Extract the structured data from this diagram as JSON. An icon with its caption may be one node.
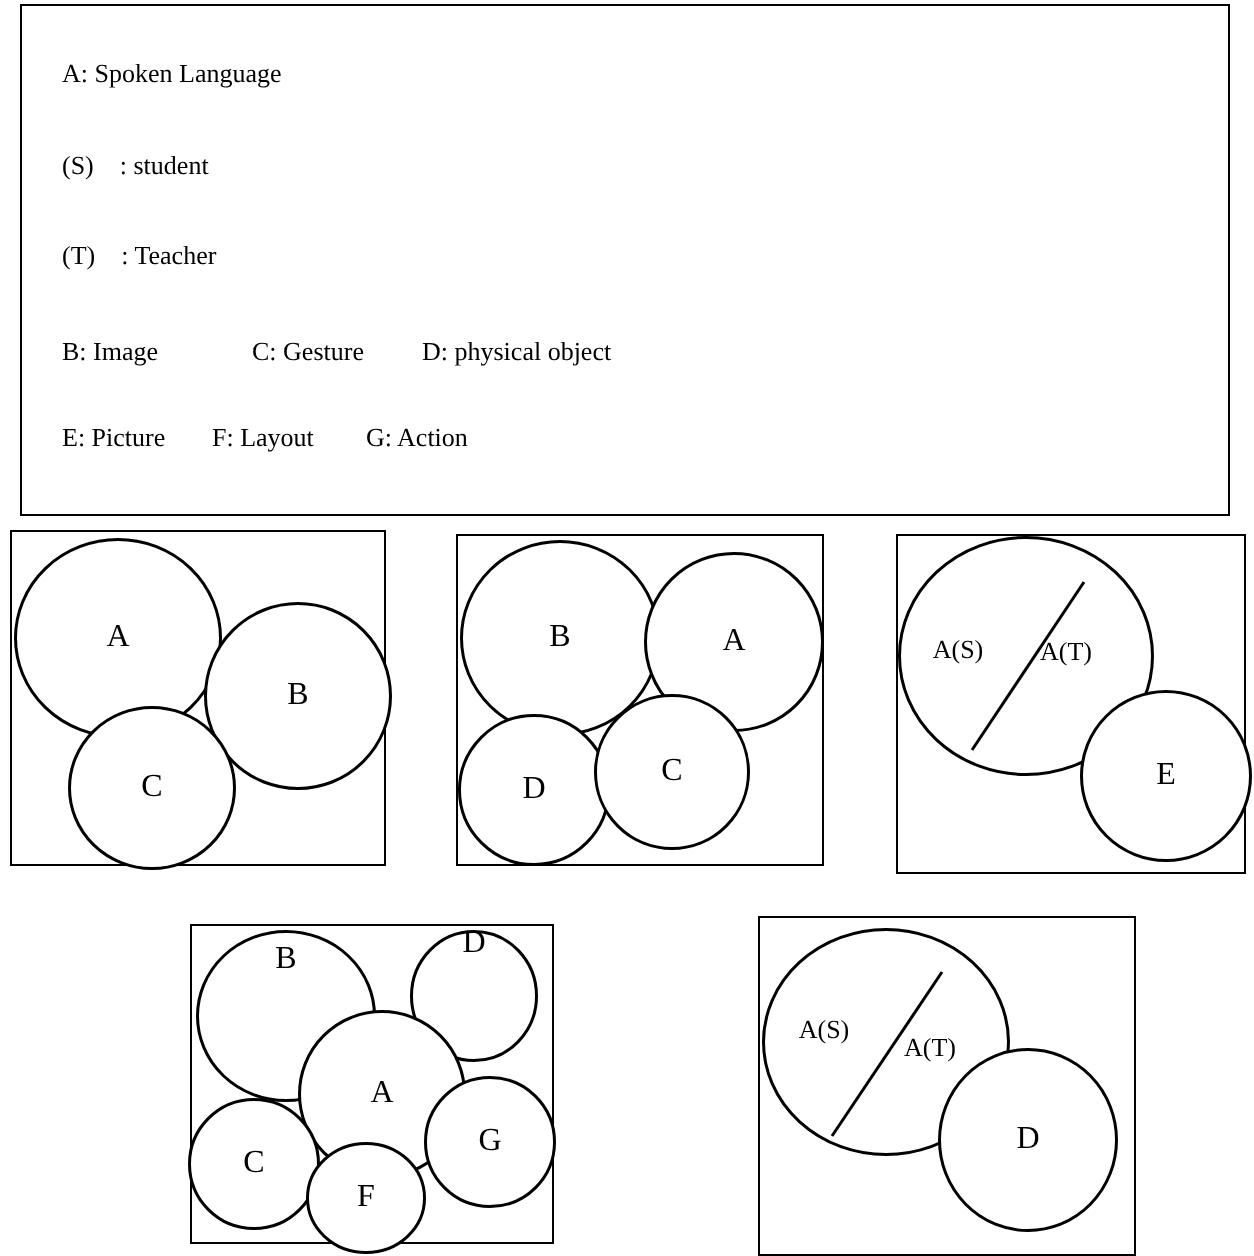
{
  "diagram": {
    "nodes": [
      {
        "text": [
          "A: Spoken Language",
          "(S) : student",
          "(T) : Teacher",
          "B: Image",
          "C: Gesture",
          "D: physical object",
          "E: Picture",
          "F: Layout",
          "G: Action"
        ]
      },
      {
        "text": [],
        "shape": "box"
      },
      {
        "text": [
          "A"
        ],
        "in": 1
      },
      {
        "text": [
          "B"
        ],
        "in": 1
      },
      {
        "text": [
          "C"
        ],
        "in": 1
      },
      {
        "text": [],
        "shape": "box"
      },
      {
        "text": [
          "B"
        ],
        "in": 5
      },
      {
        "text": [
          "A"
        ],
        "in": 5
      },
      {
        "text": [
          "D"
        ],
        "in": 5
      },
      {
        "text": [
          "C"
        ],
        "in": 5
      },
      {
        "text": [],
        "shape": "box"
      },
      {
        "text": [
          "A(S)",
          "A(T)"
        ],
        "in": 10
      },
      {
        "text": [
          "E"
        ],
        "in": 10
      },
      {
        "text": [],
        "shape": "box"
      },
      {
        "text": [
          "B"
        ],
        "in": 13
      },
      {
        "text": [
          "D"
        ],
        "in": 13
      },
      {
        "text": [
          "A"
        ],
        "in": 13
      },
      {
        "text": [
          "C"
        ],
        "in": 13
      },
      {
        "text": [
          "G"
        ],
        "in": 13
      },
      {
        "text": [
          "F"
        ],
        "in": 13
      },
      {
        "text": [],
        "shape": "box"
      },
      {
        "text": [
          "A(S)",
          "A(T)"
        ],
        "in": 20
      },
      {
        "text": [
          "D"
        ],
        "in": 20
      }
    ],
    "edges": []
  }
}
